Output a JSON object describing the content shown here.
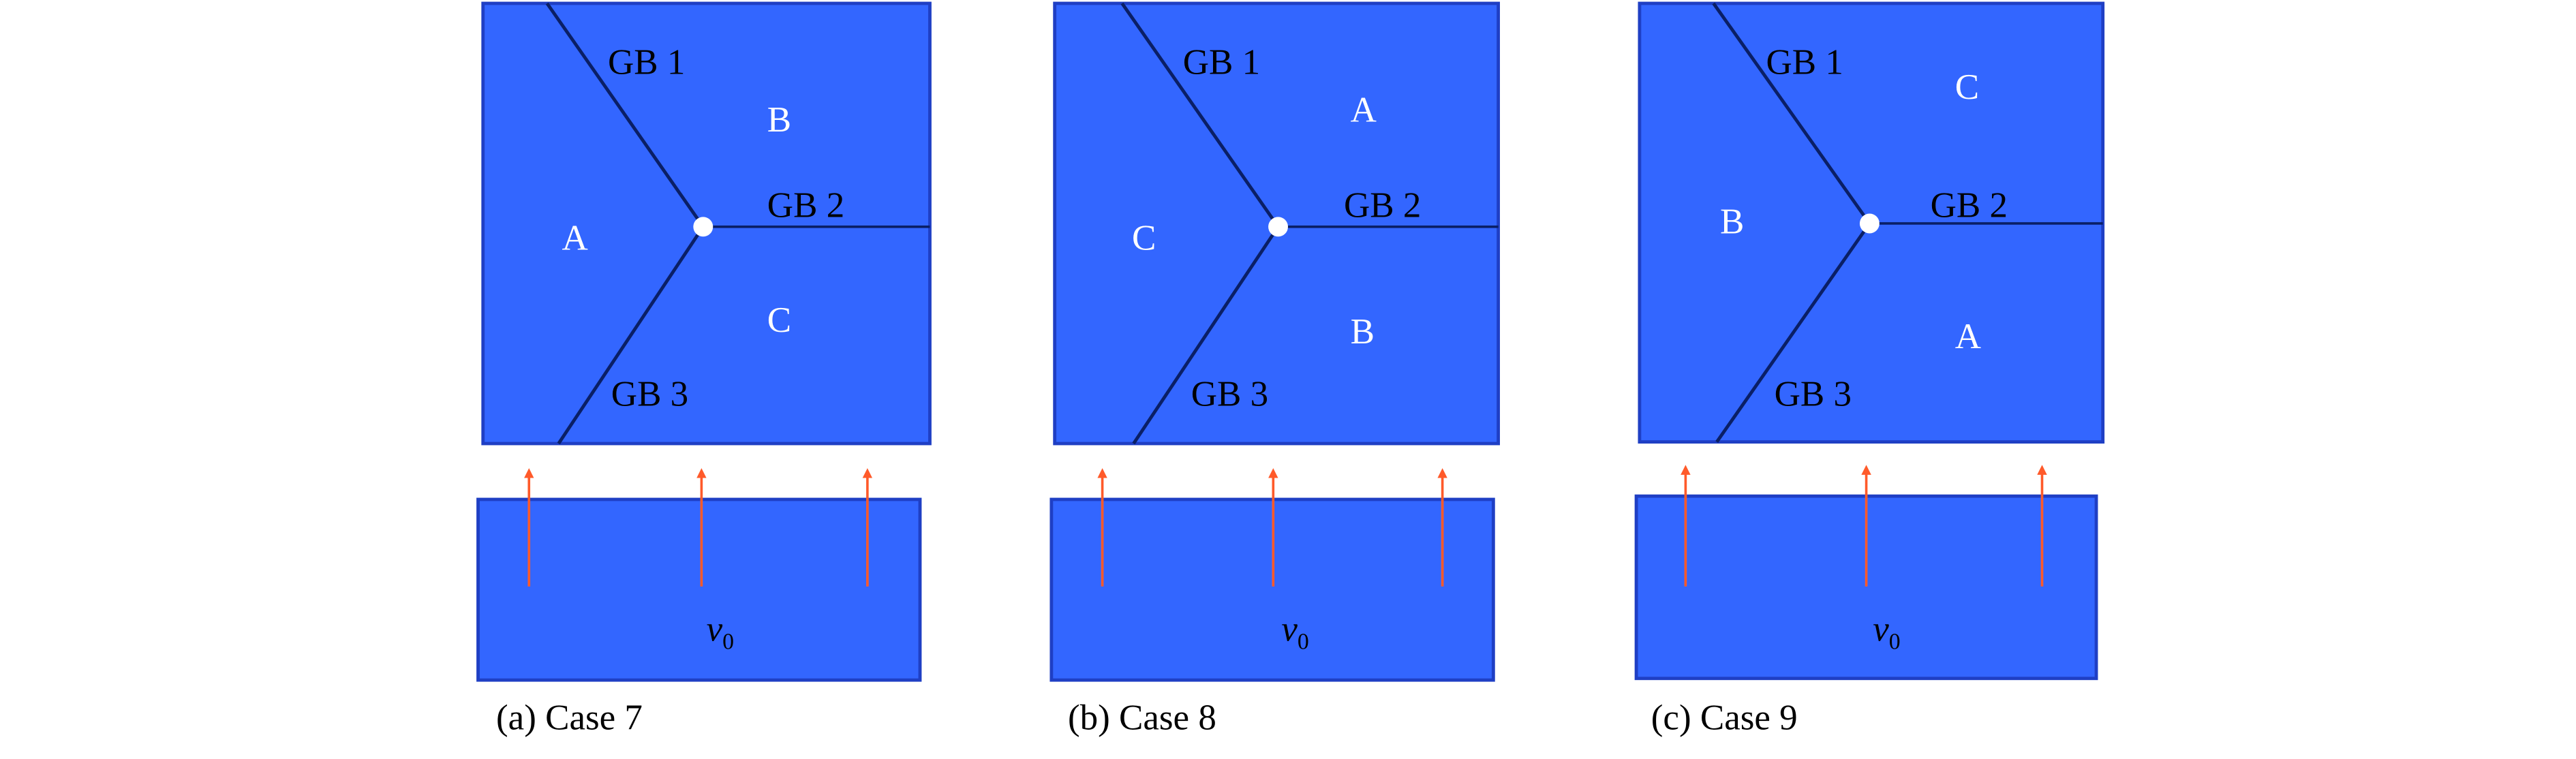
{
  "colors": {
    "block": "#3366ff",
    "border": "#1f3fc4",
    "boundary": "#0a1f66",
    "arrow": "#ff5a2a",
    "junction": "#ffffff"
  },
  "panels": [
    {
      "caption": "(a) Case 7",
      "gb1": "GB 1",
      "gb2": "GB 2",
      "gb3": "GB 3",
      "grain_left": "A",
      "grain_top_right": "B",
      "grain_bottom_right": "C",
      "velocity": "v",
      "velocity_sub": "0"
    },
    {
      "caption": "(b) Case 8",
      "gb1": "GB 1",
      "gb2": "GB 2",
      "gb3": "GB 3",
      "grain_left": "C",
      "grain_top_right": "A",
      "grain_bottom_right": "B",
      "velocity": "v",
      "velocity_sub": "0"
    },
    {
      "caption": "(c) Case 9",
      "gb1": "GB 1",
      "gb2": "GB 2",
      "gb3": "GB 3",
      "grain_left": "B",
      "grain_top_right": "C",
      "grain_bottom_right": "A",
      "velocity": "v",
      "velocity_sub": "0"
    }
  ]
}
